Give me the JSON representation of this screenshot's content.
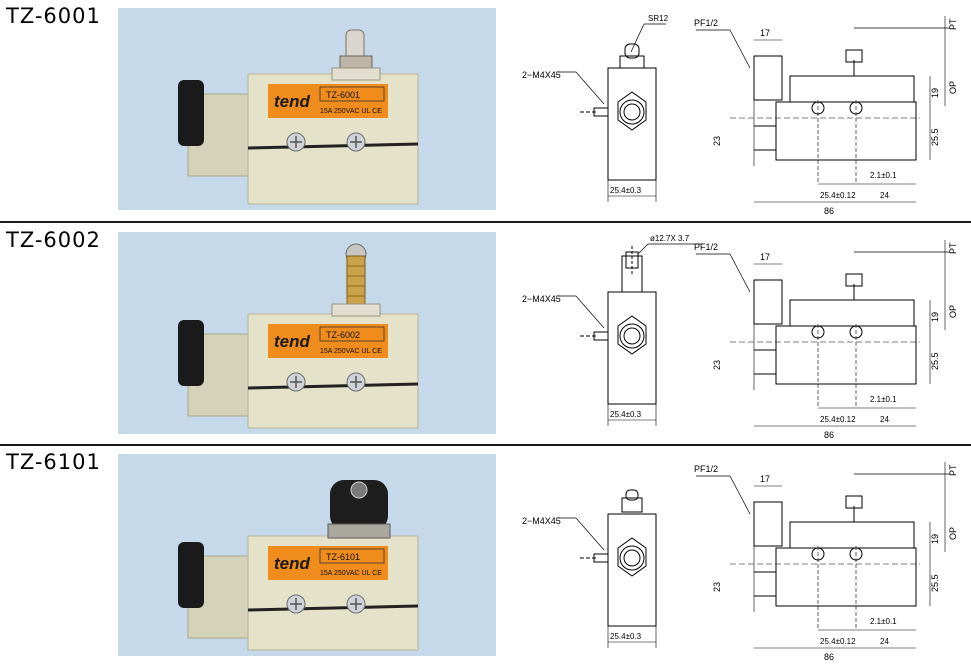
{
  "rows": [
    {
      "model": "TZ-6001",
      "product": {
        "brand": "tend",
        "model": "TZ-6001",
        "rating": "15A 250VAC",
        "marks": "UL CE"
      },
      "front_view": {
        "thread_label": "2−M4X45",
        "actuator_label": "SR12",
        "width": "25.4±0.3"
      },
      "side_view": {
        "conduit": "PF1/2",
        "width_top": "17",
        "height_upper": "19",
        "height_lower": "25.5",
        "height_left": "23",
        "pt": "PT",
        "op": "OP",
        "offset": "2.1±0.1",
        "hole_spacing": "25.4±0.12",
        "span": "24",
        "length": "86"
      }
    },
    {
      "model": "TZ-6002",
      "product": {
        "brand": "tend",
        "model": "TZ-6002",
        "rating": "15A 250VAC",
        "marks": "UL CE"
      },
      "front_view": {
        "thread_label": "2−M4X45",
        "actuator_label": "ø12.7X 3.7",
        "width": "25.4±0.3"
      },
      "side_view": {
        "conduit": "PF1/2",
        "width_top": "17",
        "height_upper": "19",
        "height_lower": "25.5",
        "height_left": "23",
        "pt": "PT",
        "op": "OP",
        "offset": "2.1±0.1",
        "hole_spacing": "25.4±0.12",
        "span": "24",
        "length": "86"
      }
    },
    {
      "model": "TZ-6101",
      "product": {
        "brand": "tend",
        "model": "TZ-6101",
        "rating": "15A 250VAC",
        "marks": "UL CE"
      },
      "front_view": {
        "thread_label": "2−M4X45",
        "actuator_label": "",
        "width": "25.4±0.3"
      },
      "side_view": {
        "conduit": "PF1/2",
        "width_top": "17",
        "height_upper": "19",
        "height_lower": "25.5",
        "height_left": "23",
        "pt": "PT",
        "op": "OP",
        "offset": "2.1±0.1",
        "hole_spacing": "25.4±0.12",
        "span": "24",
        "length": "86"
      }
    }
  ],
  "colors": {
    "photo_bg": "#c6d9ea",
    "body": "#e4e2c8",
    "label": "#f08c1c",
    "conduit": "#1a1a1a"
  }
}
